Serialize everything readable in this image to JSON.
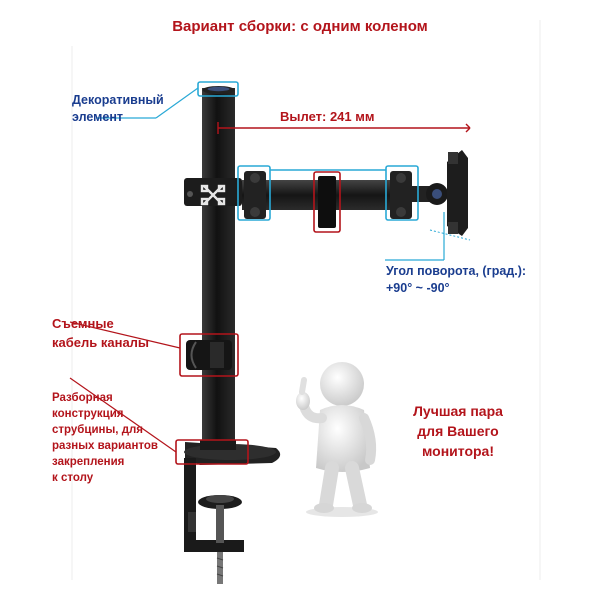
{
  "title": "Вариант сборки: с одним коленом",
  "labels": {
    "decorative": [
      "Декоративный",
      "элемент"
    ],
    "reach": "Вылет: 241 мм",
    "rotation": [
      "Угол поворота, (град.):",
      "+90° ~ -90°"
    ],
    "cable": [
      "Съемные",
      "кабель каналы"
    ],
    "clamp": [
      "Разборная",
      "конструкция",
      "струбцины, для",
      "разных вариантов",
      "закрепления",
      "к столу"
    ],
    "slogan": [
      "Лучшая пара",
      "для Вашего",
      "монитора!"
    ]
  },
  "colors": {
    "accent_red": "#b3141b",
    "label_blue": "#1a3d8f",
    "highlight_cyan": "#29a9d6",
    "metal_black": "#1b1b1b"
  }
}
